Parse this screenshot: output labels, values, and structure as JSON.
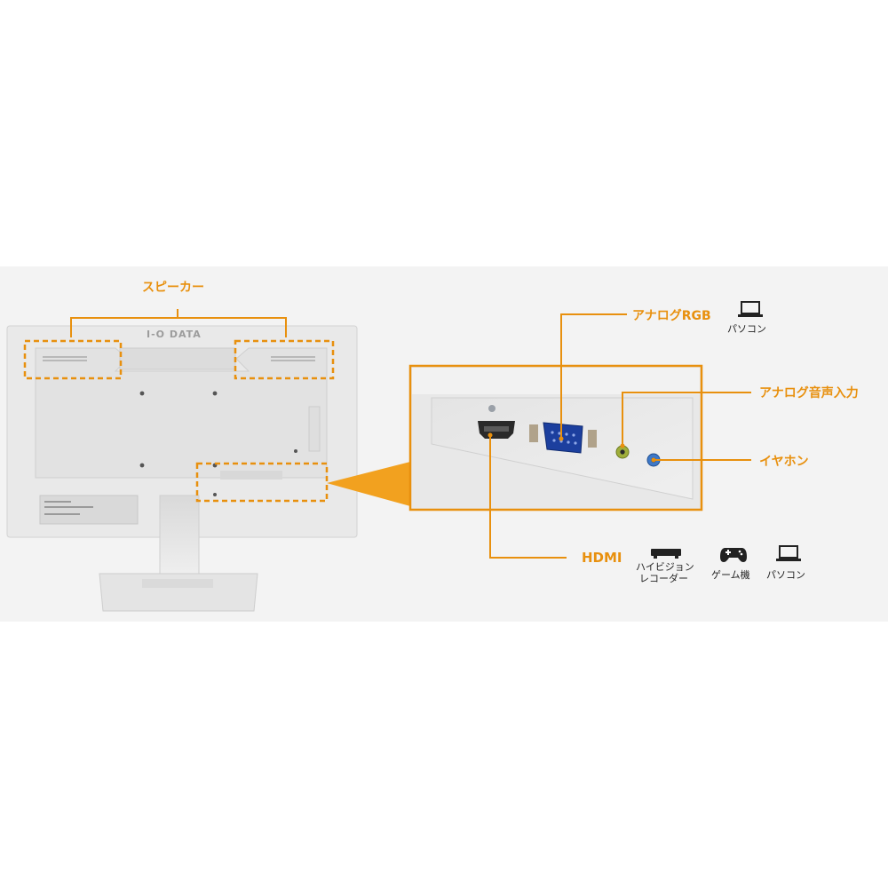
{
  "accent_color": "#e8900e",
  "brand": {
    "logo_text": "I-O DATA"
  },
  "labels": {
    "speaker": "スピーカー",
    "analog_rgb": "アナログRGB",
    "analog_audio_in": "アナログ音声入力",
    "earphone": "イヤホン",
    "hdmi": "HDMI"
  },
  "devices": {
    "analog_rgb": [
      {
        "icon": "laptop-icon",
        "label": "パソコン"
      }
    ],
    "hdmi": [
      {
        "icon": "recorder-icon",
        "label_line1": "ハイビジョン",
        "label_line2": "レコーダー"
      },
      {
        "icon": "gamepad-icon",
        "label": "ゲーム機"
      },
      {
        "icon": "laptop-icon",
        "label": "パソコン"
      }
    ]
  }
}
